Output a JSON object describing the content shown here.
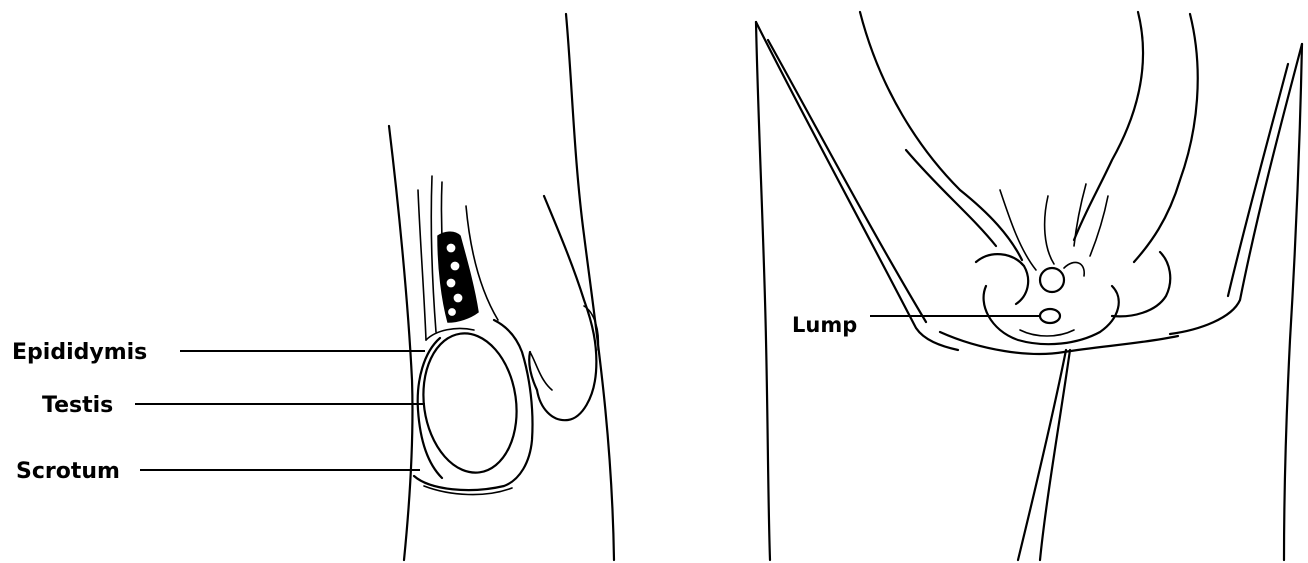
{
  "left_figure": {
    "labels": {
      "epididymis": "Epididymis",
      "testis": "Testis",
      "scrotum": "Scrotum"
    }
  },
  "right_figure": {
    "labels": {
      "lump": "Lump"
    }
  },
  "colors": {
    "line": "#000000",
    "background": "#ffffff"
  }
}
